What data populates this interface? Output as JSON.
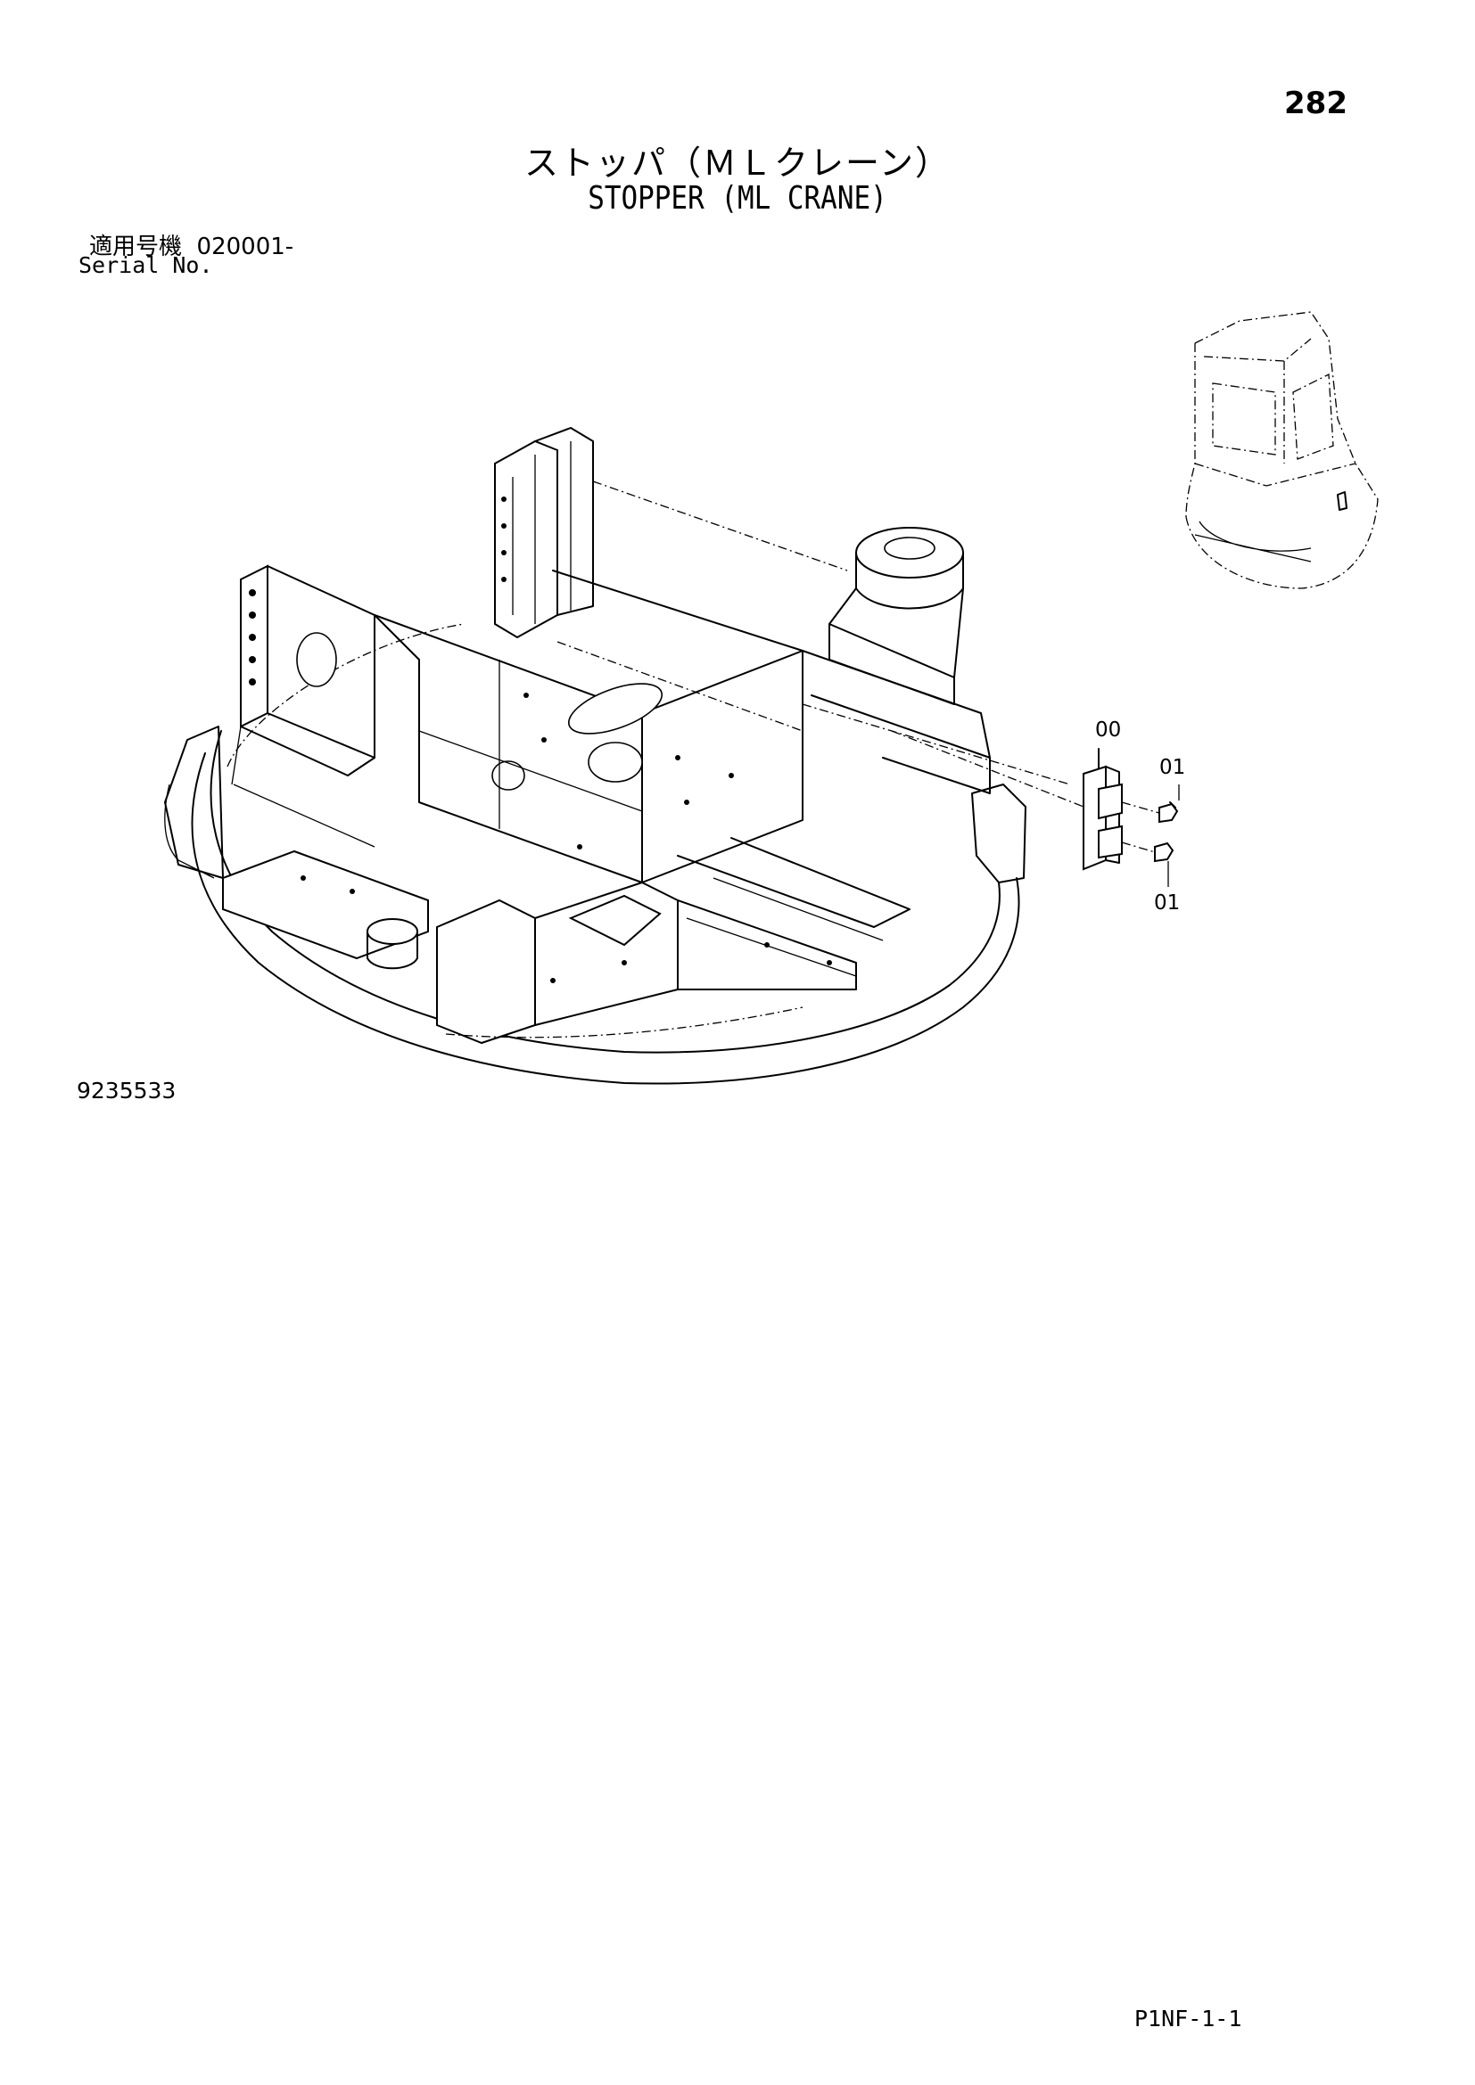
{
  "page_number": "282",
  "title": {
    "japanese": "ストッパ（ＭＬクレーン）",
    "english": "STOPPER (ML CRANE)"
  },
  "serial": {
    "japanese_label": "適用号機",
    "value": "020001-",
    "english_label": "Serial No."
  },
  "callouts": [
    "00",
    "01",
    "01"
  ],
  "figure_id": "9235533",
  "footer_code": "P1NF-1-1"
}
